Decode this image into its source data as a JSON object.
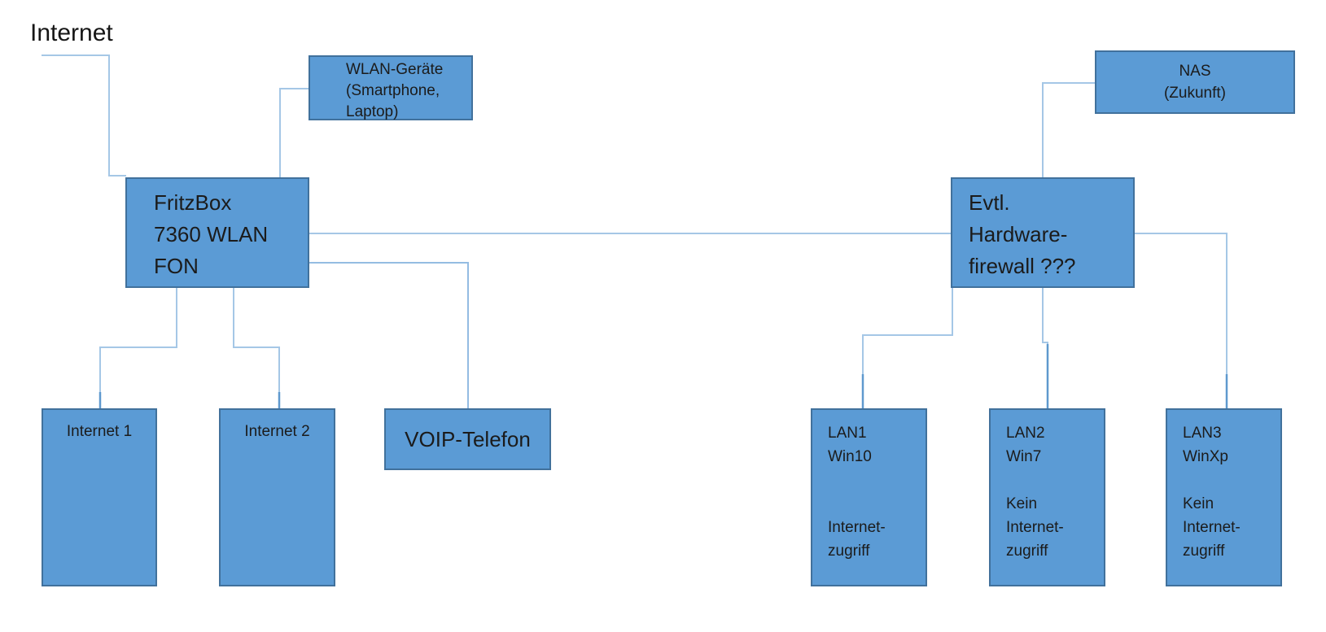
{
  "diagram": {
    "internet_label": "Internet",
    "colors": {
      "node_fill": "#5B9BD5",
      "node_border": "#41719C",
      "connector_light": "#A5C7E6",
      "connector_medium": "#94BCE2",
      "connector_dark": "#5F99CE",
      "text": "#1b1b1b"
    },
    "connections": [
      {
        "from": "Internet",
        "to": "FritzBox 7360 WLAN FON"
      },
      {
        "from": "WLAN-Geräte (Smartphone, Laptop)",
        "to": "FritzBox 7360 WLAN FON"
      },
      {
        "from": "FritzBox 7360 WLAN FON",
        "to": "Evtl. Hardware-firewall ???"
      },
      {
        "from": "FritzBox 7360 WLAN FON",
        "to": "VOIP-Telefon"
      },
      {
        "from": "FritzBox 7360 WLAN FON",
        "to": "Internet 1"
      },
      {
        "from": "FritzBox 7360 WLAN FON",
        "to": "Internet 2"
      },
      {
        "from": "Evtl. Hardware-firewall ???",
        "to": "NAS (Zukunft)"
      },
      {
        "from": "Evtl. Hardware-firewall ???",
        "to": "LAN1 Win10 Internet-zugriff"
      },
      {
        "from": "Evtl. Hardware-firewall ???",
        "to": "LAN2 Win7 Kein Internet-zugriff"
      },
      {
        "from": "Evtl. Hardware-firewall ???",
        "to": "LAN3 WinXp Kein Internet-zugriff"
      }
    ]
  },
  "nodes": {
    "wlan": {
      "lines": [
        "WLAN-Geräte",
        "(Smartphone,",
        "Laptop)"
      ]
    },
    "fritzbox": {
      "lines": [
        "FritzBox",
        "7360 WLAN",
        "FON"
      ]
    },
    "nas": {
      "lines": [
        "NAS",
        "(Zukunft)"
      ]
    },
    "firewall": {
      "lines": [
        "Evtl.",
        "Hardware-",
        "firewall ???"
      ]
    },
    "internet1": {
      "lines": [
        "Internet 1"
      ]
    },
    "internet2": {
      "lines": [
        "Internet 2"
      ]
    },
    "voip": {
      "lines": [
        "VOIP-Telefon"
      ]
    },
    "lan1": {
      "lines": [
        "LAN1",
        "Win10",
        "",
        "",
        "Internet-",
        "zugriff"
      ]
    },
    "lan2": {
      "lines": [
        "LAN2",
        "Win7",
        "",
        "Kein",
        "Internet-",
        "zugriff"
      ]
    },
    "lan3": {
      "lines": [
        "LAN3",
        "WinXp",
        "",
        "Kein",
        "Internet-",
        "zugriff"
      ]
    }
  }
}
